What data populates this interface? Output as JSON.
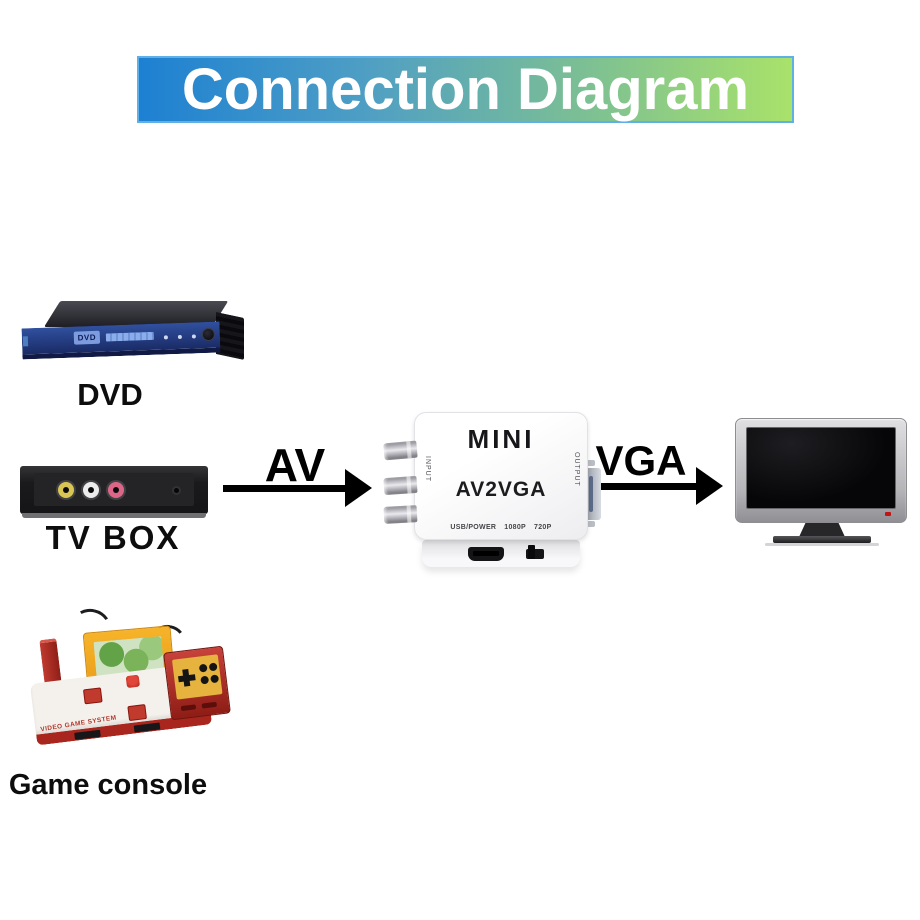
{
  "title": {
    "text": "Connection Diagram",
    "gradient_start": "#1d80d2",
    "gradient_end": "#a9e26a",
    "text_color": "#ffffff"
  },
  "sources": [
    {
      "id": "dvd-player",
      "label": "DVD",
      "face_logo": "DVD"
    },
    {
      "id": "tv-box",
      "label": "TV BOX"
    },
    {
      "id": "game-console",
      "label": "Game console",
      "body_text": "VIDEO GAME SYSTEM"
    }
  ],
  "links": {
    "av": {
      "label": "AV"
    },
    "vga": {
      "label": "VGA"
    }
  },
  "converter": {
    "brand": "MINI",
    "model": "AV2VGA",
    "input_label": "INPUT",
    "output_label": "OUTPUT",
    "usb_label": "USB/POWER",
    "res_1080": "1080P",
    "res_720": "720P"
  },
  "colors": {
    "arrow": "#000000",
    "label_text": "#0d0d0d",
    "converter_body": "#ffffff",
    "rca_yellow": "#d9c554",
    "rca_white": "#ececec",
    "rca_red": "#dd6688",
    "console_red": "#b52d24",
    "cartridge_yellow": "#f2a522",
    "tv_bezel": "#bcbcc0"
  }
}
